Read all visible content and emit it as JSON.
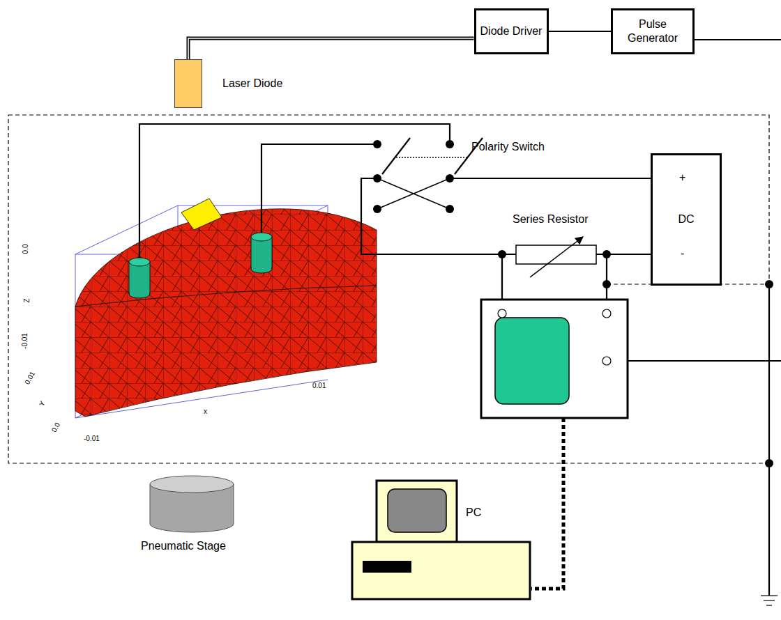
{
  "diagram": {
    "nodes": [
      {
        "text": [
          "Laser Diode"
        ]
      },
      {
        "text": [
          "Diode Driver"
        ]
      },
      {
        "text": [
          "Pulse Generator"
        ]
      },
      {
        "text": [
          "DC"
        ]
      }
    ],
    "edges": [
      {
        "from": 0,
        "to": 1,
        "arrow": "none"
      },
      {
        "from": 1,
        "to": 2,
        "arrow": "none"
      }
    ],
    "labels": [
      "Polarity Switch",
      "Series Resistor",
      "+",
      "-",
      "Pneumatic Stage",
      "PC",
      "0.0",
      "Z",
      "-0.01",
      "0.01",
      "Y",
      "0.0",
      "-0.01",
      "x",
      "0.01"
    ]
  }
}
